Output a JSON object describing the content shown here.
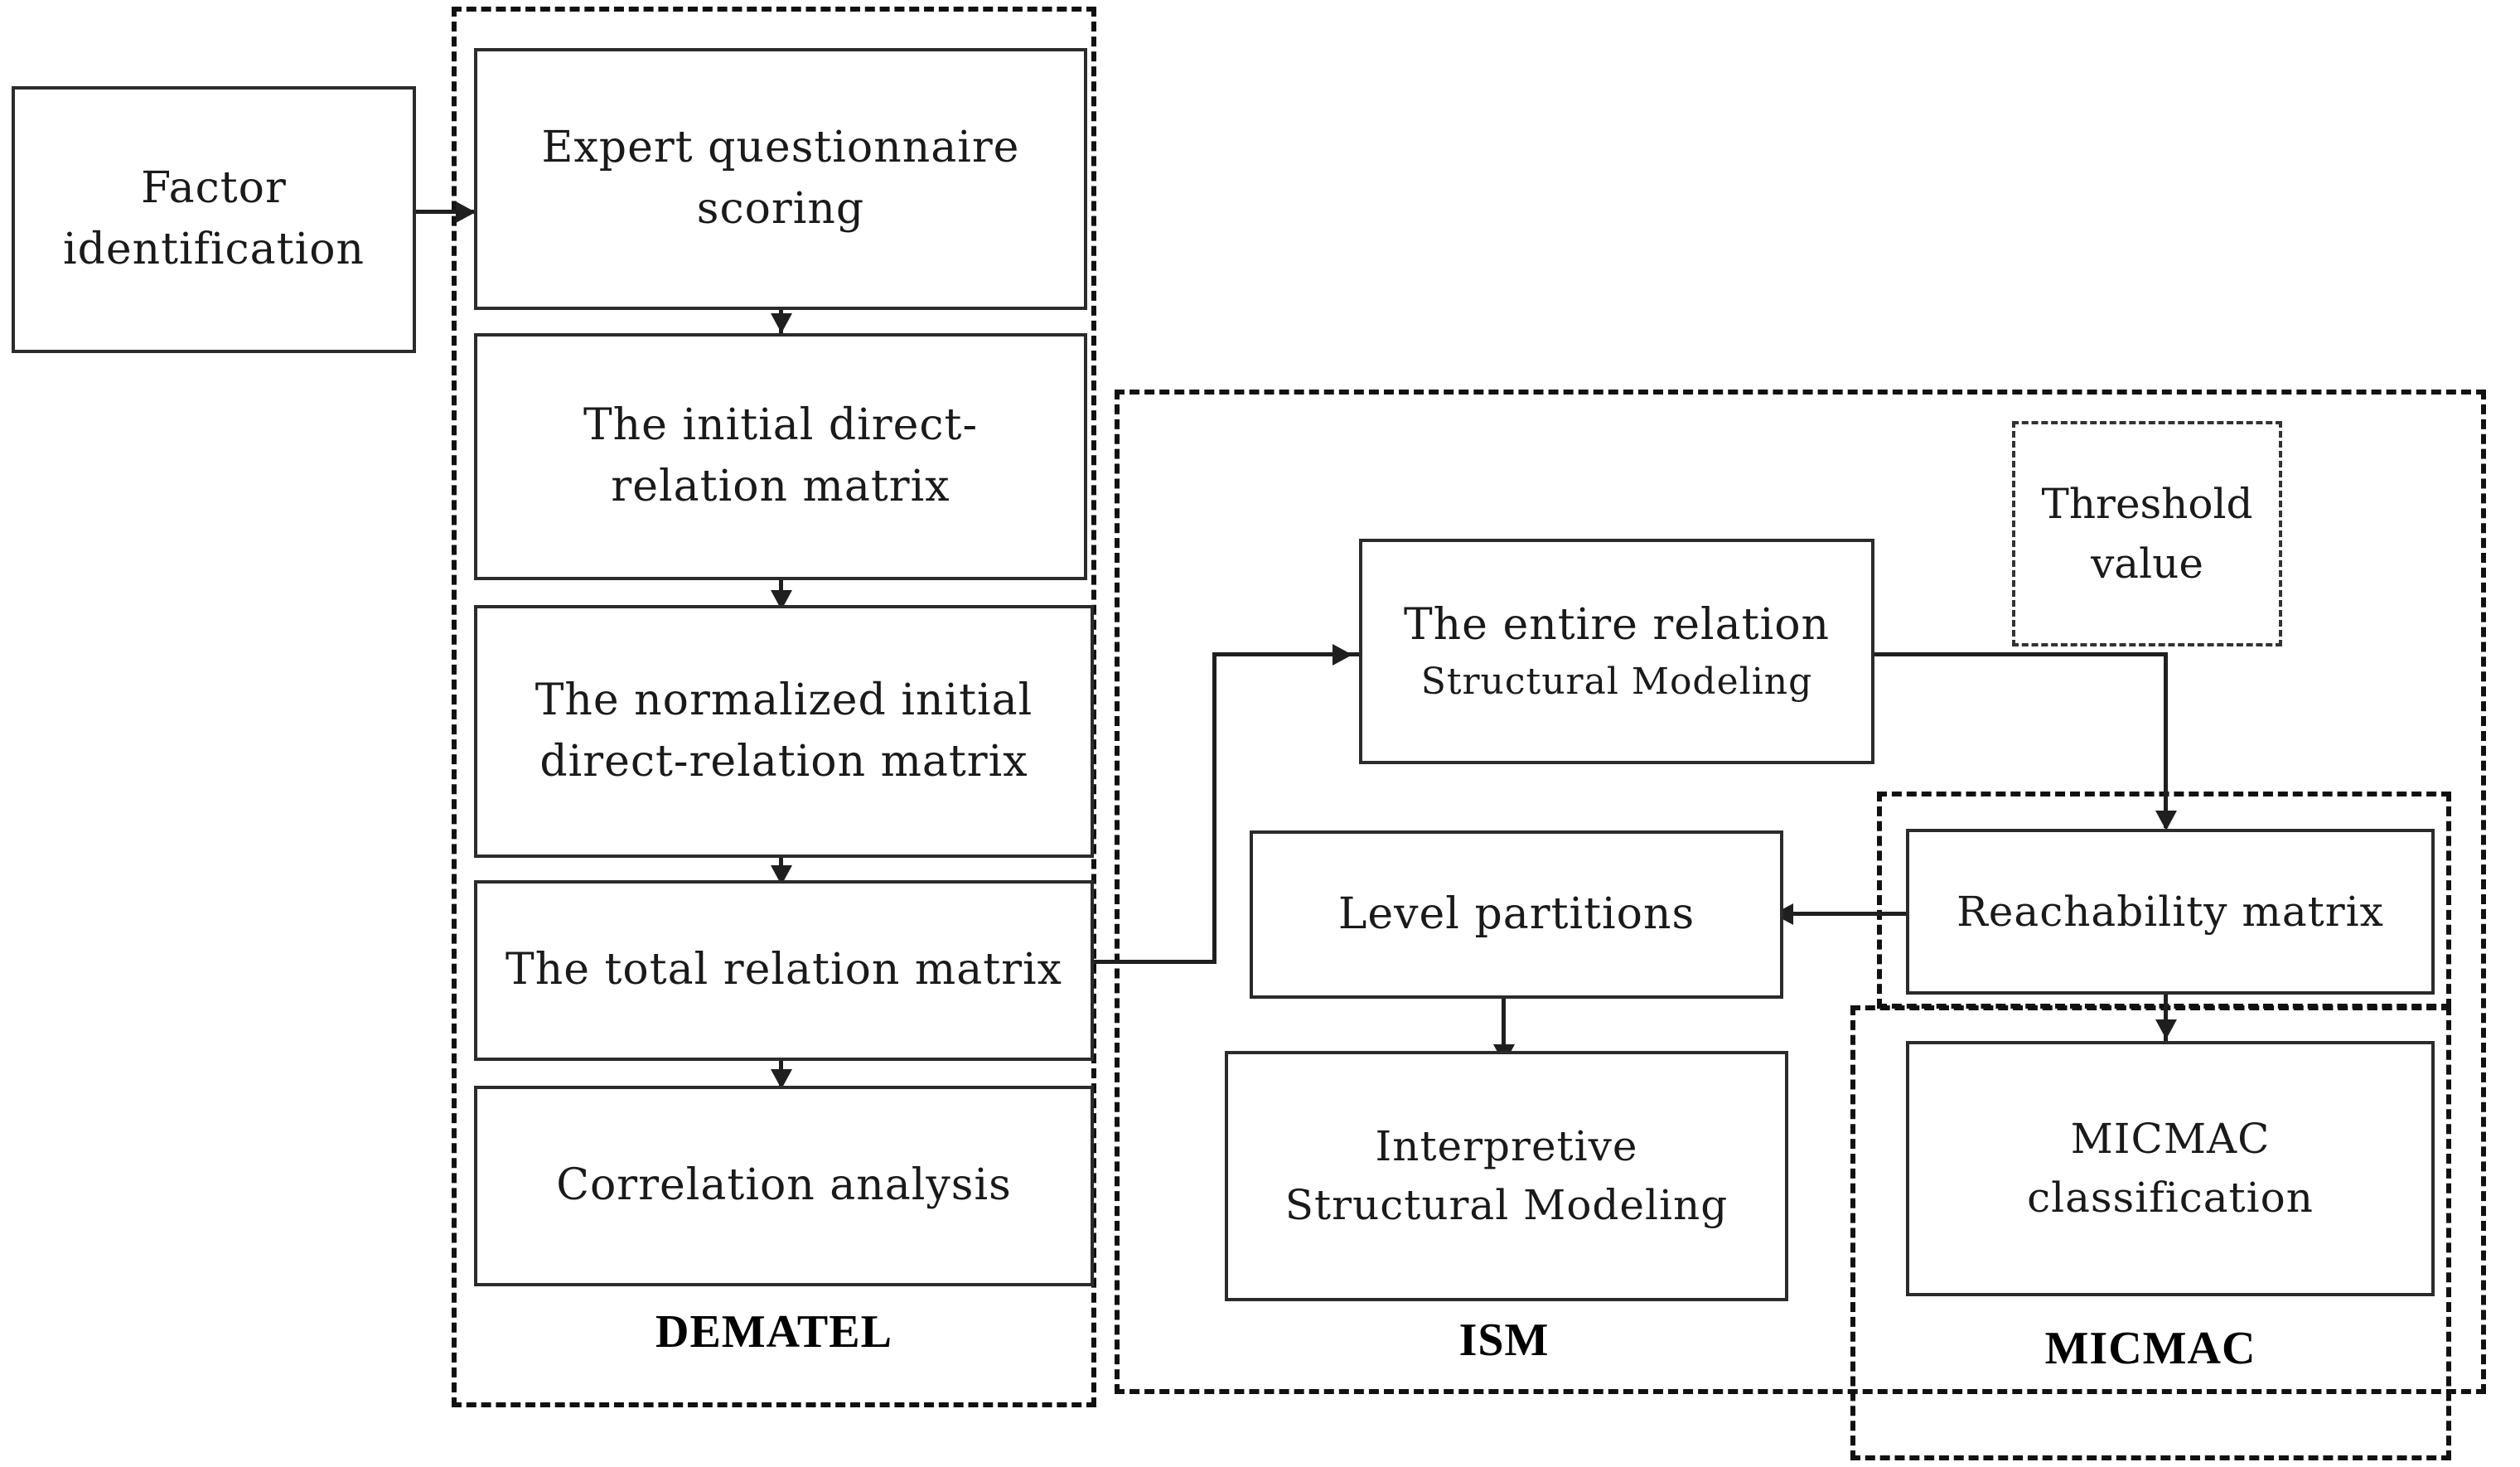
{
  "diagram": {
    "title": "DEMATEL-ISM-MICMAC integrated methodology flowchart",
    "colors": {
      "box_border": "#2b2b2b",
      "group_border": "#111111",
      "connector": "#1f1f1f",
      "background": "#ffffff"
    }
  },
  "nodes": {
    "factor_identification": "Factor\nidentification",
    "expert_questionnaire_scoring": "Expert questionnaire\nscoring",
    "initial_direct_relation_matrix": "The initial direct-\nrelation matrix",
    "normalized_initial_direct_relation_matrix": "The normalized initial\ndirect-relation matrix",
    "total_relation_matrix": "The total relation matrix",
    "correlation_analysis": "Correlation analysis",
    "entire_relation_line1": "The entire relation",
    "entire_relation_line2": "Structural Modeling",
    "level_partitions": "Level partitions",
    "interpretive_structural_modeling": "Interpretive\nStructural Modeling",
    "threshold_value": "Threshold\nvalue",
    "reachability_matrix": "Reachability matrix",
    "micmac_classification": "MICMAC\nclassification"
  },
  "groups": {
    "dematel_label": "DEMATEL",
    "ism_label": "ISM",
    "micmac_label": "MICMAC"
  }
}
